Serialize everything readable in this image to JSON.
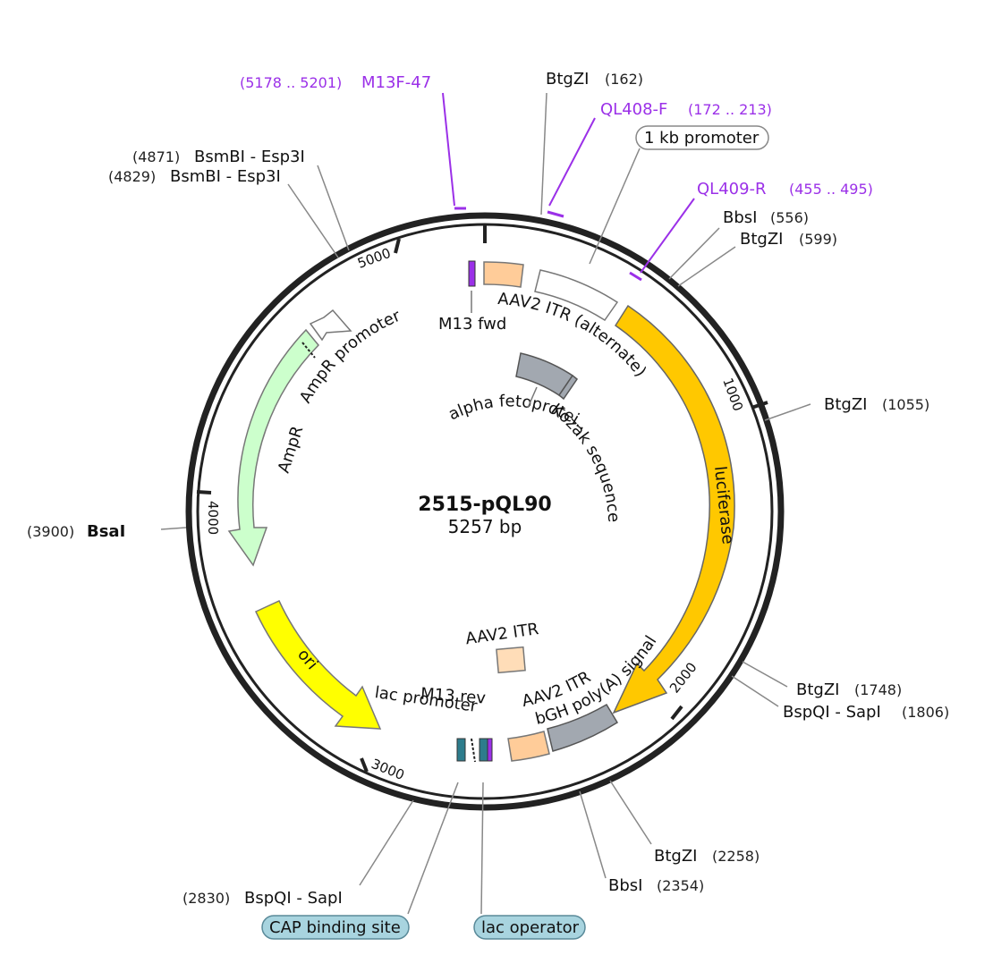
{
  "plasmid": {
    "name": "2515-pQL90",
    "length_label": "5257 bp"
  },
  "ticks": [
    "1000",
    "2000",
    "3000",
    "4000",
    "5000"
  ],
  "restriction_sites": [
    {
      "name": "BtgZI",
      "pos": "(162)"
    },
    {
      "name": "BbsI",
      "pos": "(556)"
    },
    {
      "name": "BtgZI",
      "pos": "(599)"
    },
    {
      "name": "BtgZI",
      "pos": "(1055)"
    },
    {
      "name": "BtgZI",
      "pos": "(1748)"
    },
    {
      "name": "BspQI - SapI",
      "pos": "(1806)"
    },
    {
      "name": "BtgZI",
      "pos": "(2258)"
    },
    {
      "name": "BbsI",
      "pos": "(2354)"
    },
    {
      "name": "BspQI - SapI",
      "pos": "(2830)"
    },
    {
      "name": "BsaI",
      "pos": "(3900)"
    },
    {
      "name": "BsmBI - Esp3I",
      "pos": "(4829)"
    },
    {
      "name": "BsmBI - Esp3I",
      "pos": "(4871)"
    }
  ],
  "primers": [
    {
      "name": "M13F-47",
      "range": "(5178 .. 5201)"
    },
    {
      "name": "QL408-F",
      "range": "(172 .. 213)"
    },
    {
      "name": "QL409-R",
      "range": "(455 .. 495)"
    }
  ],
  "features": [
    {
      "name": "AAV2 ITR (alternate)",
      "color": "#ffffff"
    },
    {
      "name": "1 kb promoter",
      "color": "#ffffff"
    },
    {
      "name": "luciferase",
      "color": "#ffc800"
    },
    {
      "name": "alpha fetoprotei...",
      "color": "#a2a8b0"
    },
    {
      "name": "Kozak sequence",
      "color": "#a2a8b0"
    },
    {
      "name": "bGH poly(A) signal",
      "color": "#a2a8b0"
    },
    {
      "name": "AAV2 ITR",
      "color": "#ffcc99"
    },
    {
      "name": "AAV2 ITR",
      "color": "#ffddb8"
    },
    {
      "name": "M13 rev",
      "color": "#9b30e8"
    },
    {
      "name": "lac promoter",
      "color": "#2d7c8c"
    },
    {
      "name": "lac operator",
      "color": "#a8d4df"
    },
    {
      "name": "CAP binding site",
      "color": "#a8d4df"
    },
    {
      "name": "ori",
      "color": "#ffff00"
    },
    {
      "name": "AmpR",
      "color": "#ccffcc"
    },
    {
      "name": "AmpR promoter",
      "color": "#ccffcc"
    },
    {
      "name": "M13 fwd",
      "color": "#9b30e8"
    }
  ]
}
